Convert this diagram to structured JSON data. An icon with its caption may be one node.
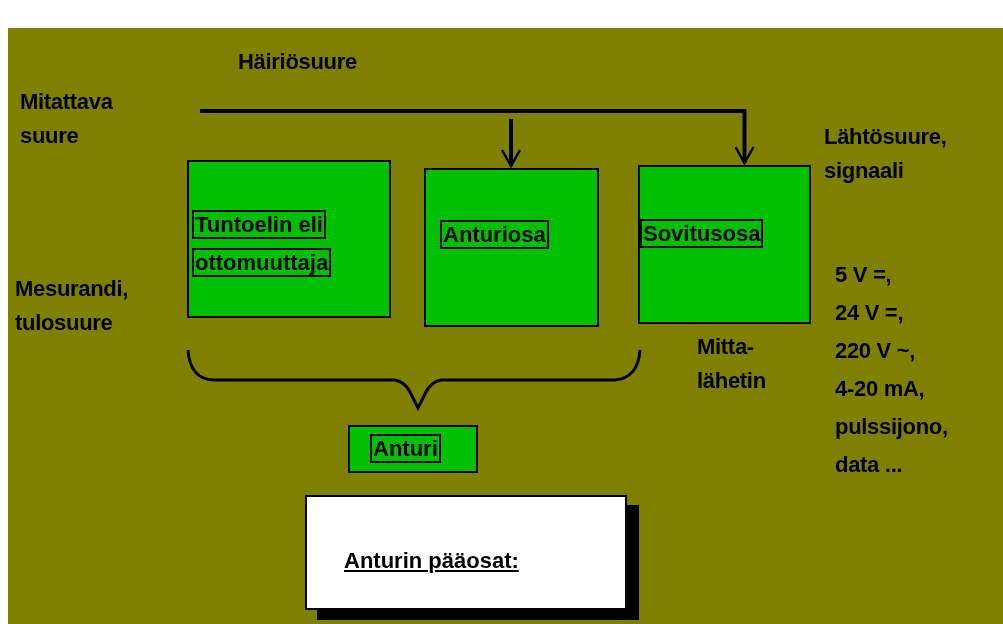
{
  "diagram": {
    "nodes": [
      {
        "text": [
          "Tuntoelin eli ottomuuttaja"
        ]
      },
      {
        "text": [
          "Anturiosa"
        ]
      },
      {
        "text": [
          "Sovitusosa"
        ],
        "beside": [
          "Mitta- lähetin"
        ]
      },
      {
        "text": [
          "Anturi"
        ]
      },
      {
        "text": [
          "Anturin pääosat:"
        ]
      }
    ],
    "edges": [
      {
        "from": null,
        "to": 1,
        "arrow": "to"
      },
      {
        "from": null,
        "to": 2,
        "arrow": "to"
      }
    ],
    "labels": [
      "Häiriösuure",
      "Mitattava suure",
      "Lähtösuure, signaali",
      "Mesurandi, tulosuure",
      "5 V =,",
      "24 V =,",
      "220 V ~,",
      "4-20 mA,",
      "pulssijono,",
      "data ..."
    ]
  }
}
